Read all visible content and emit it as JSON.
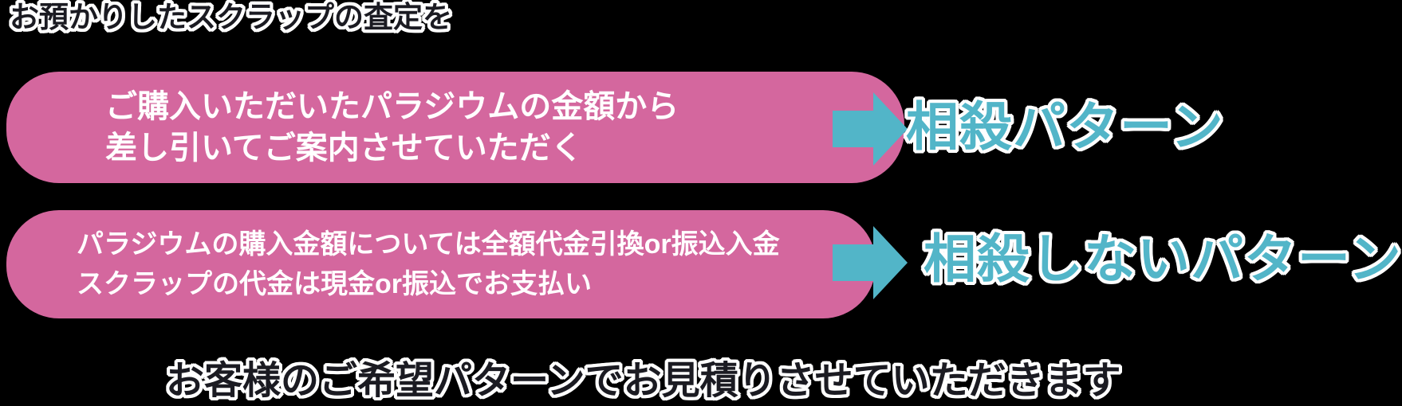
{
  "page": {
    "title": "お預かりしたスクラップの査定を",
    "footer": "お客様のご希望パターンでお見積りさせていただきます"
  },
  "colors": {
    "pink": "#d4679e",
    "teal": "#52b5c8",
    "dark": "#1b1b22",
    "white": "#ffffff"
  },
  "rows": [
    {
      "box_lines": [
        "ご購入いただいたパラジウムの金額から",
        "差し引いてご案内させていただく"
      ],
      "arrow_icon": "right-arrow-icon",
      "label": "相殺パターン"
    },
    {
      "box_lines": [
        "パラジウムの購入金額については全額代金引換or振込入金",
        "スクラップの代金は現金or振込でお支払い"
      ],
      "arrow_icon": "right-arrow-icon",
      "label": "相殺しないパターン"
    }
  ]
}
